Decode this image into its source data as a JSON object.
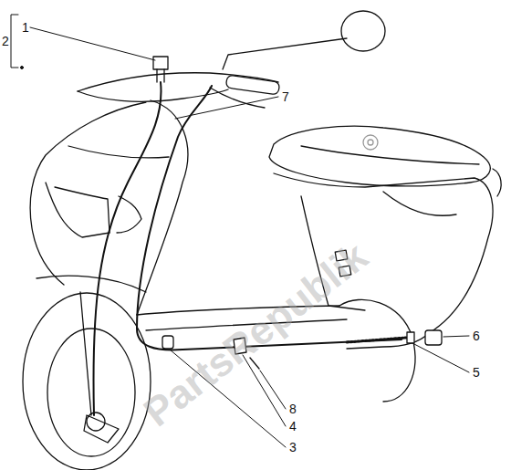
{
  "diagram": {
    "labels": [
      "1",
      "2",
      "7",
      "6",
      "5",
      "8",
      "4",
      "3",
      "PartsRepublik"
    ]
  }
}
